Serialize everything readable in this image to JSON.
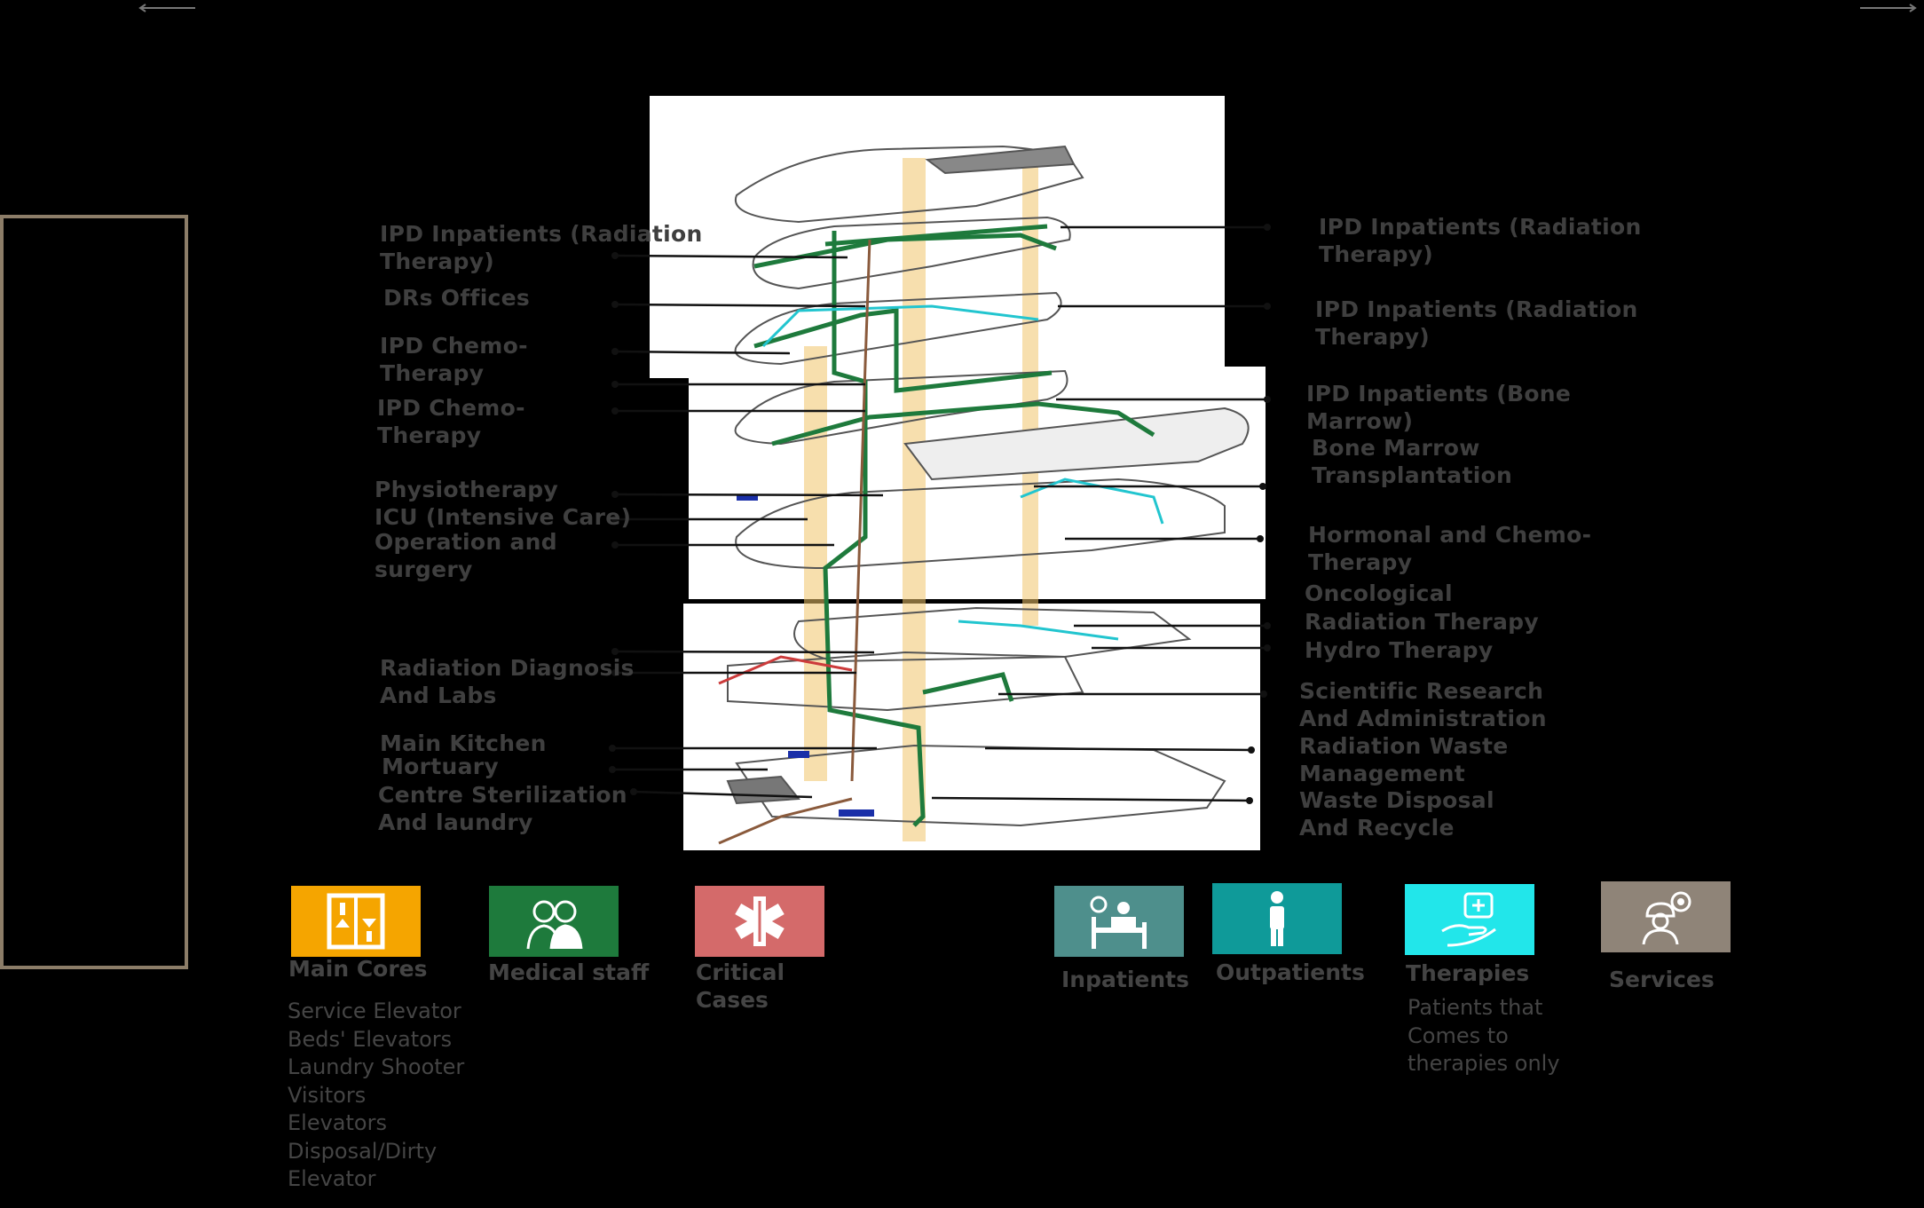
{
  "diagram": {
    "labels_left": [
      "IPD Inpatients (Radiation\nTherapy)",
      "DRs Offices",
      "IPD Chemo-\nTherapy",
      "IPD Chemo-\nTherapy",
      "Physiotherapy",
      "ICU (Intensive Care)",
      "Operation and\nsurgery",
      "Radiation Diagnosis\nAnd Labs",
      "Main Kitchen",
      "Mortuary",
      "Centre Sterilization\nAnd laundry"
    ],
    "labels_right": [
      "IPD Inpatients (Radiation\nTherapy)",
      "IPD Inpatients (Radiation\nTherapy)",
      "IPD Inpatients (Bone\nMarrow)",
      "Bone Marrow\nTransplantation",
      "Hormonal and  Chemo-\nTherapy",
      "Oncological",
      "Radiation Therapy",
      "Hydro Therapy",
      "Scientific Research\nAnd Administration",
      "Radiation Waste\nManagement",
      "Waste Disposal\nAnd Recycle"
    ]
  },
  "legend": {
    "main_cores": {
      "title": "Main Cores",
      "color": "#f5a500",
      "icon": "elevator-icon",
      "items": "Service Elevator\nBeds' Elevators\nLaundry Shooter\nVisitors\nElevators\nDisposal/Dirty\nElevator"
    },
    "medical_staff": {
      "title": "Medical staff",
      "color": "#1e7a3c",
      "icon": "doctors-icon"
    },
    "critical_cases": {
      "title": "Critical\nCases",
      "color": "#d46a6a",
      "icon": "star-of-life-icon"
    },
    "inpatients": {
      "title": "Inpatients",
      "color": "#4e8f8c",
      "icon": "patient-bed-icon"
    },
    "outpatients": {
      "title": "Outpatients",
      "color": "#0f9a99",
      "icon": "walking-patient-icon"
    },
    "therapies": {
      "title": "Therapies",
      "color": "#22e6ea",
      "icon": "hand-medical-icon",
      "note": "Patients that\nComes to\ntherapies only"
    },
    "services": {
      "title": "Services",
      "color": "#8f8478",
      "icon": "worker-gear-icon"
    }
  }
}
